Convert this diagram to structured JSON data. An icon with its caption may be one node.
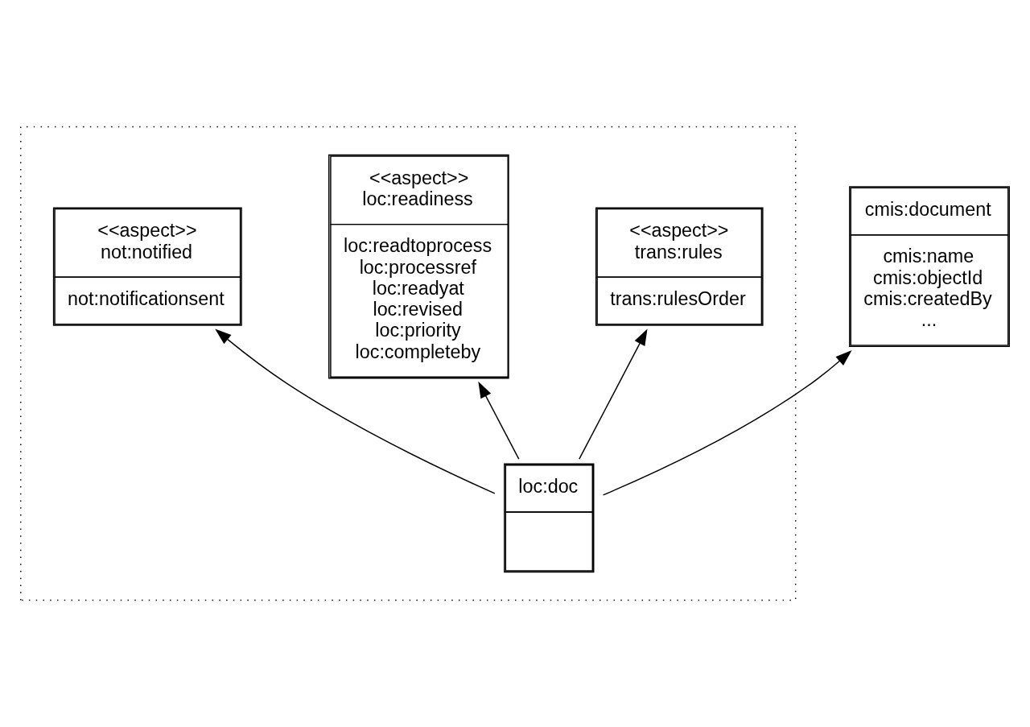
{
  "diagram": {
    "nodes": [
      {
        "text": [
          "cmis:document",
          "cmis:name cmis:objectId cmis:createdBy ..."
        ]
      },
      {
        "text": [],
        "shape": "box"
      },
      {
        "text": [
          "<<aspect>> not:notified",
          "not:notificationsent"
        ],
        "in": 1
      },
      {
        "text": [
          "<<aspect>> loc:readiness",
          "loc:readtoprocess loc:processref loc:readyat loc:revised loc:priority loc:completeby"
        ],
        "in": 1
      },
      {
        "text": [
          "<<aspect>> trans:rules",
          "trans:rulesOrder"
        ],
        "in": 1
      },
      {
        "text": [
          "loc:doc"
        ],
        "in": 1
      }
    ],
    "edges": [
      {
        "from": 5,
        "to": 0,
        "arrow": "to"
      },
      {
        "from": 5,
        "to": 2,
        "arrow": "to"
      },
      {
        "from": 5,
        "to": 3,
        "arrow": "to"
      },
      {
        "from": 5,
        "to": 4,
        "arrow": "to"
      }
    ]
  }
}
